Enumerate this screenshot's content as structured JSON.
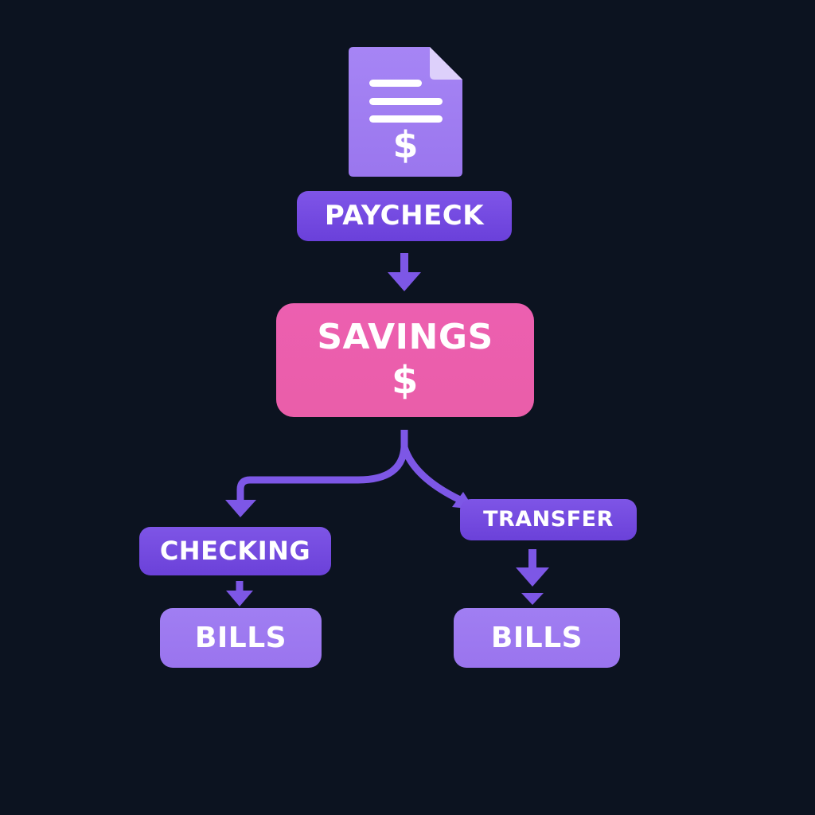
{
  "nodes": {
    "paycheck": "PAYCHECK",
    "savings": "SAVINGS",
    "savings_symbol": "$",
    "checking": "CHECKING",
    "transfer": "TRANSFER",
    "bills_left": "BILLS",
    "bills_right": "BILLS"
  },
  "document_icon": {
    "icon": "document-dollar-icon",
    "symbol": "$"
  },
  "colors": {
    "background": "#0c1320",
    "purple_node": "#7450e0",
    "light_purple_node": "#9e7bf0",
    "pink_node": "#ec5fae",
    "arrow": "#7d57e6",
    "document": "#a07ef2"
  }
}
